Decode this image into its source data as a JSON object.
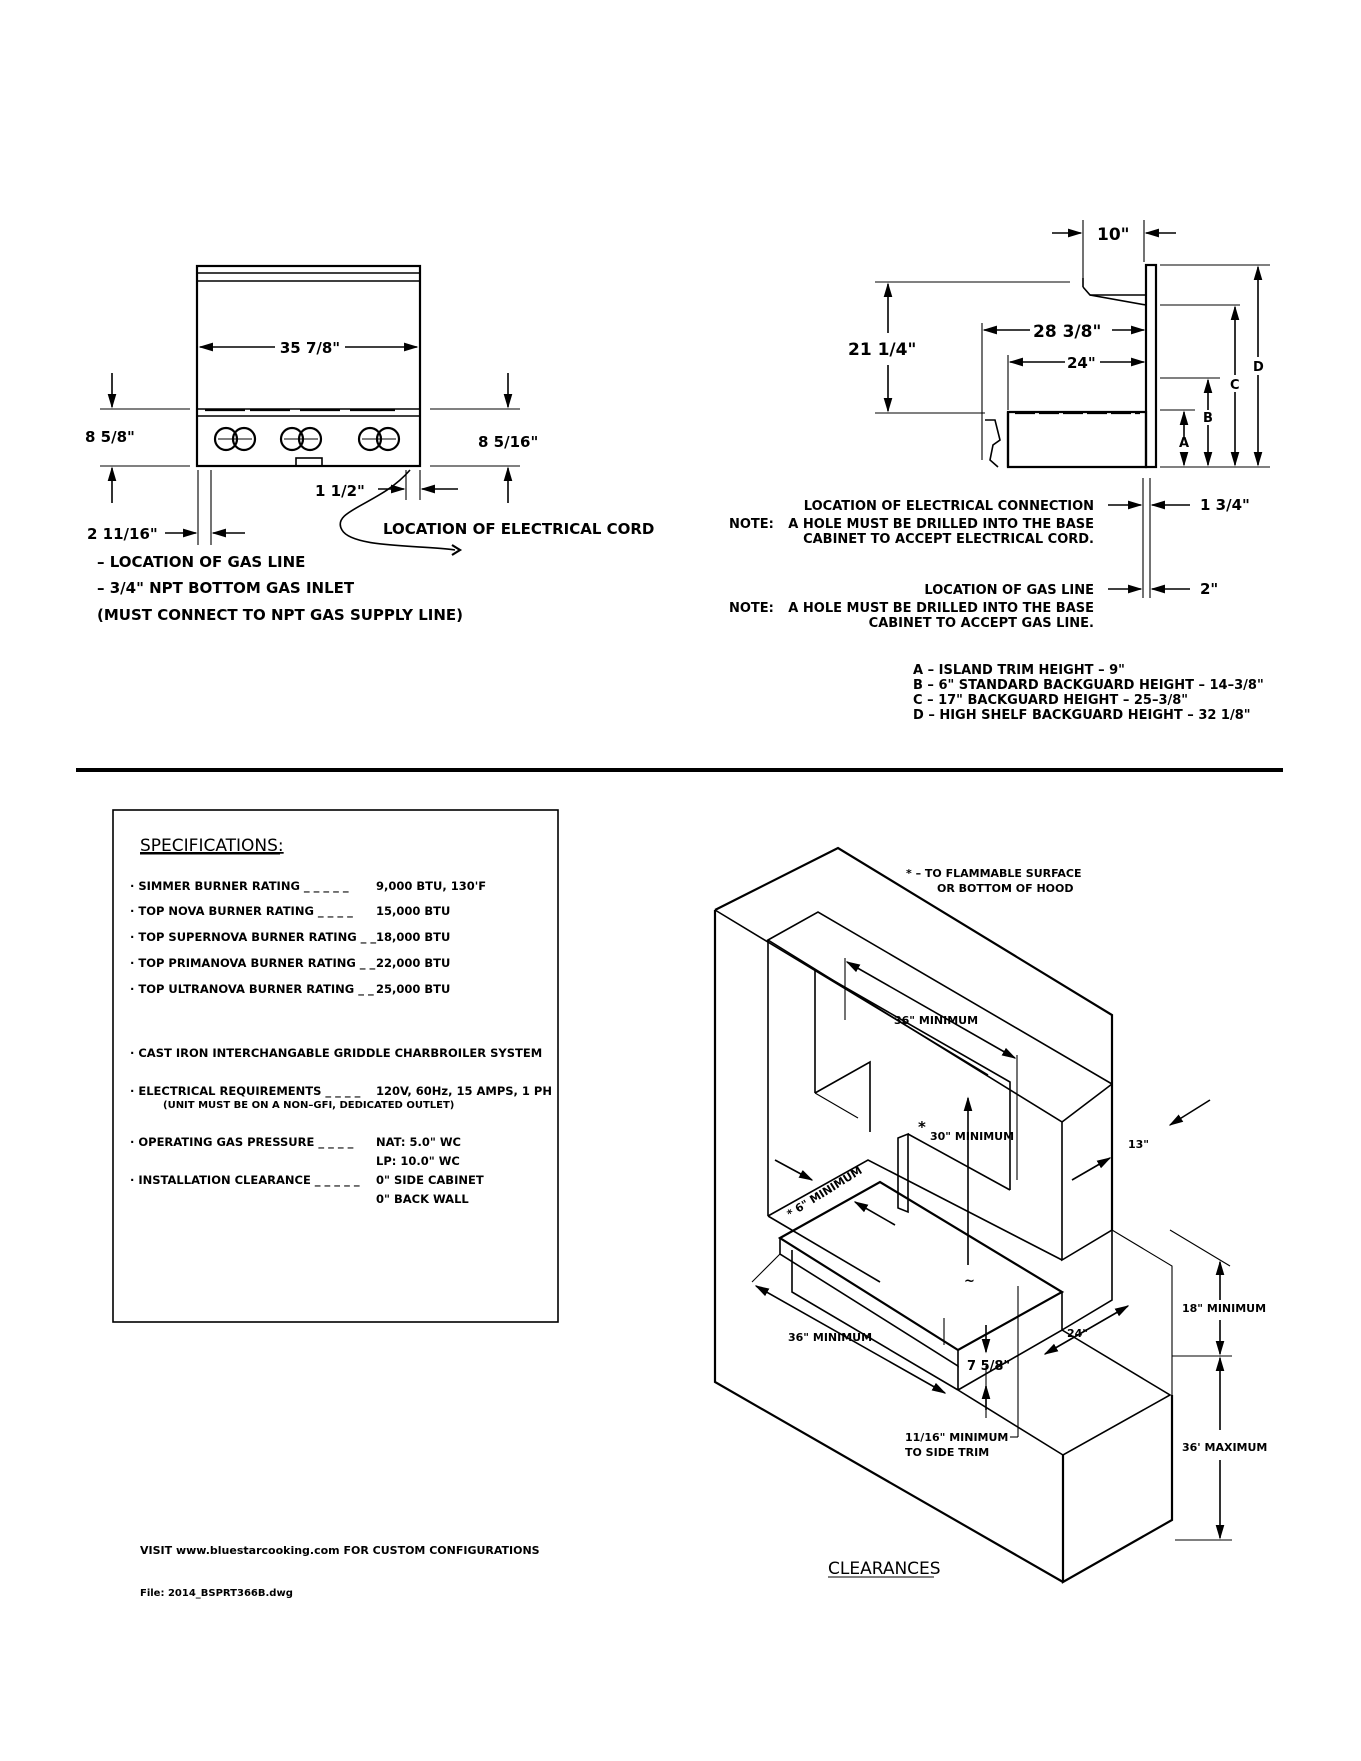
{
  "front_view": {
    "width_dim": "35 7/8\"",
    "left_height_dim": "8 5/8\"",
    "right_height_dim": "8 5/16\"",
    "cord_offset_dim": "1 1/2\"",
    "gas_offset_dim": "2 11/16\"",
    "cord_label": "LOCATION OF ELECTRICAL CORD",
    "notes": [
      "– LOCATION OF GAS LINE",
      "– 3/4\" NPT BOTTOM GAS INLET",
      "(MUST CONNECT TO NPT GAS SUPPLY LINE)"
    ]
  },
  "side_view": {
    "shelf_dim": "10\"",
    "height_dim": "21 1/4\"",
    "depth_dim": "28 3/8\"",
    "inner_depth_dim": "24\"",
    "letters": [
      "A",
      "B",
      "C",
      "D"
    ],
    "electrical_label": "LOCATION OF ELECTRICAL CONNECTION",
    "electrical_dim": "1 3/4\"",
    "note_label": "NOTE:",
    "electrical_note_1": "A HOLE MUST BE DRILLED INTO THE BASE",
    "electrical_note_2": "CABINET TO ACCEPT ELECTRICAL CORD.",
    "gas_label": "LOCATION OF GAS LINE",
    "gas_dim": "2\"",
    "gas_note_1": "A HOLE MUST BE DRILLED INTO THE BASE",
    "gas_note_2": "CABINET TO ACCEPT GAS LINE.",
    "legend": [
      "A – ISLAND TRIM HEIGHT – 9\"",
      "B – 6\" STANDARD BACKGUARD HEIGHT – 14–3/8\"",
      "C – 17\" BACKGUARD HEIGHT – 25–3/8\"",
      "D – HIGH SHELF BACKGUARD HEIGHT – 32 1/8\""
    ]
  },
  "specifications": {
    "title": "SPECIFICATIONS:",
    "items": [
      {
        "label": "· SIMMER BURNER RATING _ _ _ _ _",
        "value": "9,000 BTU, 130'F"
      },
      {
        "label": "· TOP NOVA BURNER RATING _ _ _ _",
        "value": "15,000 BTU"
      },
      {
        "label": "· TOP SUPERNOVA BURNER RATING _ _",
        "value": "18,000 BTU"
      },
      {
        "label": "· TOP PRIMANOVA BURNER RATING _ _",
        "value": "22,000 BTU"
      },
      {
        "label": "· TOP ULTRANOVA BURNER RATING _ _",
        "value": "25,000 BTU"
      }
    ],
    "griddle": "· CAST IRON INTERCHANGABLE GRIDDLE CHARBROILER SYSTEM",
    "electrical_label": "· ELECTRICAL REQUIREMENTS _ _ _ _",
    "electrical_value": "120V, 60Hz, 15 AMPS, 1 PH",
    "electrical_sub": "(UNIT MUST BE ON A NON–GFI, DEDICATED OUTLET)",
    "gas_label": "· OPERATING GAS PRESSURE _ _ _ _",
    "gas_value_1": "NAT: 5.0\" WC",
    "gas_value_2": "LP: 10.0\" WC",
    "clearance_label": "· INSTALLATION CLEARANCE _ _ _ _ _",
    "clearance_value_1": "0\" SIDE CABINET",
    "clearance_value_2": "0\" BACK WALL"
  },
  "clearances": {
    "title": "CLEARANCES",
    "star_note_1": "* – TO FLAMMABLE SURFACE",
    "star_note_2": "OR BOTTOM OF HOOD",
    "hood_width": "36\" MINIMUM",
    "vertical_clearance": "30\" MINIMUM",
    "star": "*",
    "hood_depth": "13\"",
    "side_clearance": "* 6\" MINIMUM",
    "counter_width": "36\" MINIMUM",
    "counter_depth": "24\"",
    "height_above": "18\" MINIMUM",
    "counter_height": "36' MAXIMUM",
    "trim_height": "7 5/8\"",
    "side_trim_1": "11/16\" MINIMUM",
    "side_trim_2": "TO SIDE TRIM"
  },
  "footer": {
    "visit": "VISIT www.bluestarcooking.com FOR CUSTOM CONFIGURATIONS",
    "file": "File: 2014_BSPRT366B.dwg"
  }
}
